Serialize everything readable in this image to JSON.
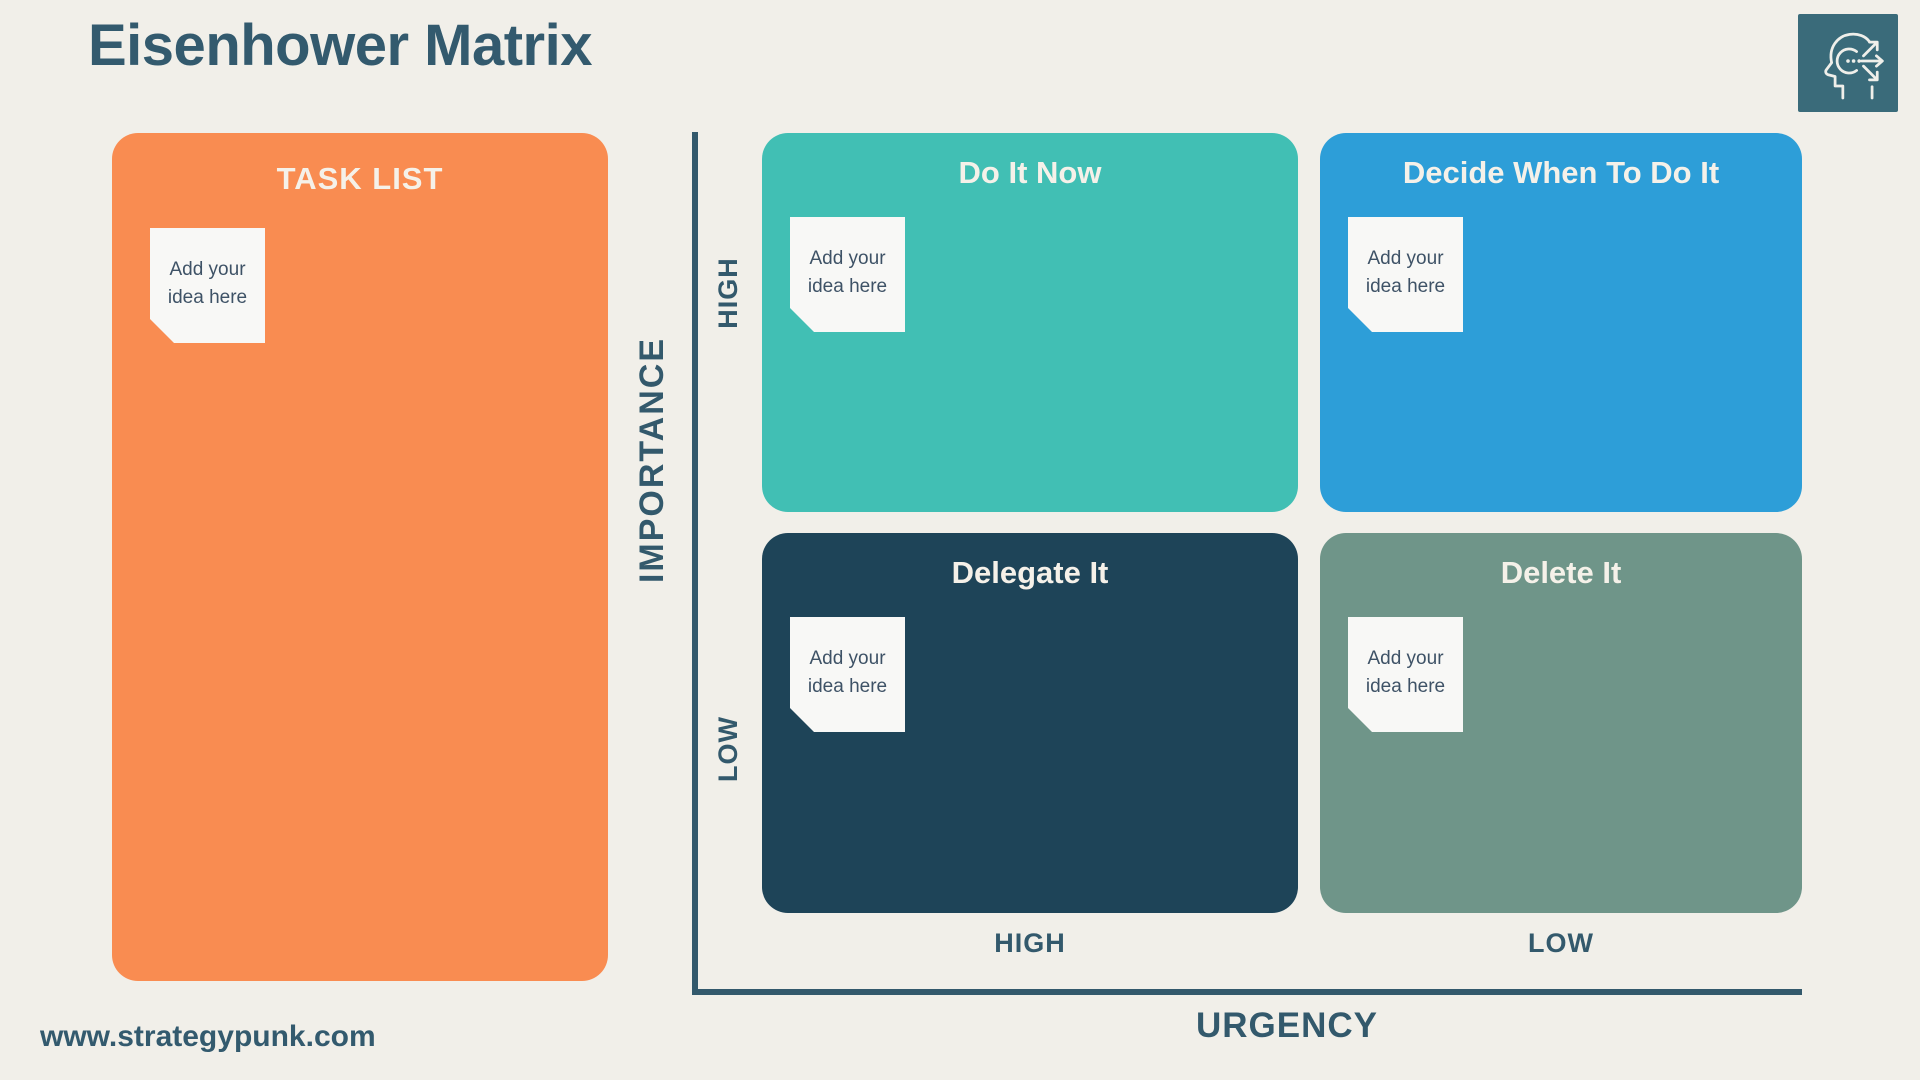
{
  "page": {
    "title": "Eisenhower Matrix",
    "footer": "www.strategypunk.com",
    "background": "#F1EFE9",
    "heading_color": "#335A6E"
  },
  "logo": {
    "icon": "head-with-arrows-icon",
    "background": "#3A6B7A"
  },
  "task_list": {
    "title": "TASK LIST",
    "color": "#F98C51",
    "note_placeholder": "Add your idea here"
  },
  "quadrants": [
    {
      "id": "do-it-now",
      "title": "Do It Now",
      "color": "#41BFB4",
      "note_placeholder": "Add your idea here"
    },
    {
      "id": "decide",
      "title": "Decide When To Do It",
      "color": "#2D9ED8",
      "note_placeholder": "Add your idea here"
    },
    {
      "id": "delegate",
      "title": "Delegate It",
      "color": "#1E4458",
      "note_placeholder": "Add your idea here"
    },
    {
      "id": "delete",
      "title": "Delete It",
      "color": "#6F9589",
      "note_placeholder": "Add your idea here"
    }
  ],
  "axes": {
    "line_color": "#33596C",
    "y_label": "IMPORTANCE",
    "y_high": "HIGH",
    "y_low": "LOW",
    "x_label": "URGENCY",
    "x_high": "HIGH",
    "x_low": "LOW"
  }
}
